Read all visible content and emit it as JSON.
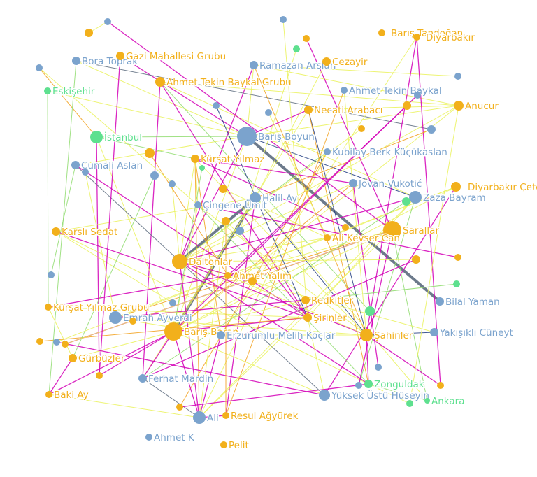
{
  "colors": {
    "person": "#7ba3cd",
    "group": "#f2b01b",
    "place": "#5ee08f",
    "edge_palette": [
      "#d400b7",
      "#eaf25b",
      "#f2a01b",
      "#8fdc6f",
      "#5c6b7e",
      "#1f3b80",
      "#ffffff"
    ]
  },
  "nodes": [
    {
      "id": "baris_boyun",
      "label": "Barış Boyun",
      "kind": "person"
    },
    {
      "id": "bora_toprak",
      "label": "Bora Toprak",
      "kind": "person"
    },
    {
      "id": "gazi_mahallesi",
      "label": "Gazi Mahallesi Grubu",
      "kind": "group"
    },
    {
      "id": "ramazan_arslan",
      "label": "Ramazan Arslan",
      "kind": "person"
    },
    {
      "id": "cezayir",
      "label": "Cezayir",
      "kind": "group"
    },
    {
      "id": "baris_tandogan",
      "label": "Barış Tandoğan",
      "kind": "group"
    },
    {
      "id": "diyarbakir",
      "label": "Diyarbakır",
      "kind": "group"
    },
    {
      "id": "eskisehir",
      "label": "Eskişehir",
      "kind": "place"
    },
    {
      "id": "ahmet_tekin_baykal_grubu",
      "label": "Ahmet Tekin Baykal Grubu",
      "kind": "group"
    },
    {
      "id": "ahmet_tekin_baykal",
      "label": "Ahmet Tekin Baykal",
      "kind": "person"
    },
    {
      "id": "necati_arabaci",
      "label": "Necati Arabacı",
      "kind": "group"
    },
    {
      "id": "anucur",
      "label": "Anucur",
      "kind": "group"
    },
    {
      "id": "istanbul",
      "label": "İstanbul",
      "kind": "place"
    },
    {
      "id": "kubilay",
      "label": "Kubilay Berk Küçükaslan",
      "kind": "person"
    },
    {
      "id": "cumali_aslan",
      "label": "Cumali Aslan",
      "kind": "person"
    },
    {
      "id": "kursat_yilmaz",
      "label": "Kürşat Yılmaz",
      "kind": "group"
    },
    {
      "id": "jovan",
      "label": "Jovan Vukotić",
      "kind": "person"
    },
    {
      "id": "diyarbakir_cete",
      "label": "Diyarbakır Çetesi",
      "kind": "group"
    },
    {
      "id": "halil_ay",
      "label": "Halil Ay",
      "kind": "person"
    },
    {
      "id": "zaza_bayram",
      "label": "Zaza Bayram",
      "kind": "person"
    },
    {
      "id": "cingene_umit",
      "label": "Çingene Ümit",
      "kind": "person"
    },
    {
      "id": "karsli_sedat",
      "label": "Karslı Sedat",
      "kind": "group"
    },
    {
      "id": "sarallar",
      "label": "Sarallar",
      "kind": "group"
    },
    {
      "id": "ali_kevser",
      "label": "Ali Kevser Can",
      "kind": "group"
    },
    {
      "id": "daltonlar",
      "label": "Daltonlar",
      "kind": "group"
    },
    {
      "id": "ahmet_yalim",
      "label": "Ahmet Yalım",
      "kind": "group"
    },
    {
      "id": "bilal_yaman",
      "label": "Bilal Yaman",
      "kind": "person"
    },
    {
      "id": "redkitler",
      "label": "Redkitler",
      "kind": "group"
    },
    {
      "id": "kursat_yilmaz_grubu",
      "label": "Kürşat Yılmaz Grubu",
      "kind": "group"
    },
    {
      "id": "emrah_ayverdi",
      "label": "Emrah Ayverdi",
      "kind": "person"
    },
    {
      "id": "sirinler",
      "label": "Şirinler",
      "kind": "group"
    },
    {
      "id": "baris_baran",
      "label": "Barış Baran",
      "kind": "group"
    },
    {
      "id": "erzurumlu",
      "label": "Erzurumlu Melih Koçlar",
      "kind": "person"
    },
    {
      "id": "sahinler",
      "label": "Şahinler",
      "kind": "group"
    },
    {
      "id": "yakisikli",
      "label": "Yakışıklı Cüneyt",
      "kind": "person"
    },
    {
      "id": "gurbuzler",
      "label": "Gürbüzler",
      "kind": "group"
    },
    {
      "id": "ferhat_mardin",
      "label": "Ferhat Mardin",
      "kind": "person"
    },
    {
      "id": "zonguldak",
      "label": "Zonguldak",
      "kind": "place"
    },
    {
      "id": "baki_ay",
      "label": "Baki Ay",
      "kind": "group"
    },
    {
      "id": "yuksek_ustu",
      "label": "Yüksek Üstü Hüseyin",
      "kind": "person"
    },
    {
      "id": "ankara",
      "label": "Ankara",
      "kind": "place"
    },
    {
      "id": "ali",
      "label": "Ali",
      "kind": "person"
    },
    {
      "id": "resul",
      "label": "Resul Ağyürek",
      "kind": "group"
    },
    {
      "id": "ahmet_k",
      "label": "Ahmet K",
      "kind": "person"
    },
    {
      "id": "pelit",
      "label": "Pelit",
      "kind": "group"
    },
    {
      "id": "u1",
      "label": "",
      "kind": "person"
    },
    {
      "id": "u2",
      "label": "",
      "kind": "group"
    },
    {
      "id": "u3",
      "label": "",
      "kind": "person"
    },
    {
      "id": "u4",
      "label": "",
      "kind": "person"
    },
    {
      "id": "u5",
      "label": "",
      "kind": "group"
    },
    {
      "id": "u6",
      "label": "",
      "kind": "place"
    },
    {
      "id": "u7",
      "label": "",
      "kind": "person"
    },
    {
      "id": "u8",
      "label": "",
      "kind": "person"
    },
    {
      "id": "u9",
      "label": "",
      "kind": "person"
    },
    {
      "id": "u10",
      "label": "",
      "kind": "group"
    },
    {
      "id": "u11",
      "label": "",
      "kind": "person"
    },
    {
      "id": "u12",
      "label": "",
      "kind": "person"
    },
    {
      "id": "u13",
      "label": "",
      "kind": "group"
    },
    {
      "id": "u14",
      "label": "",
      "kind": "place"
    },
    {
      "id": "u15",
      "label": "",
      "kind": "person"
    },
    {
      "id": "u16",
      "label": "",
      "kind": "group"
    },
    {
      "id": "u17",
      "label": "",
      "kind": "group"
    },
    {
      "id": "u18",
      "label": "",
      "kind": "person"
    },
    {
      "id": "u19",
      "label": "",
      "kind": "person"
    },
    {
      "id": "u20",
      "label": "",
      "kind": "group"
    },
    {
      "id": "u21",
      "label": "",
      "kind": "person"
    },
    {
      "id": "u22",
      "label": "",
      "kind": "group"
    },
    {
      "id": "u23",
      "label": "",
      "kind": "place"
    },
    {
      "id": "u24",
      "label": "",
      "kind": "group"
    },
    {
      "id": "u25",
      "label": "",
      "kind": "group"
    },
    {
      "id": "u26",
      "label": "",
      "kind": "place"
    },
    {
      "id": "u27",
      "label": "",
      "kind": "person"
    },
    {
      "id": "u28",
      "label": "",
      "kind": "group"
    },
    {
      "id": "u29",
      "label": "",
      "kind": "person"
    },
    {
      "id": "u30",
      "label": "",
      "kind": "place"
    },
    {
      "id": "u31",
      "label": "",
      "kind": "group"
    },
    {
      "id": "u32",
      "label": "",
      "kind": "group"
    },
    {
      "id": "u33",
      "label": "",
      "kind": "person"
    },
    {
      "id": "u34",
      "label": "",
      "kind": "group"
    },
    {
      "id": "u35",
      "label": "",
      "kind": "group"
    },
    {
      "id": "u36",
      "label": "",
      "kind": "person"
    },
    {
      "id": "u37",
      "label": "",
      "kind": "group"
    },
    {
      "id": "u38",
      "label": "",
      "kind": "person"
    },
    {
      "id": "u39",
      "label": "",
      "kind": "place"
    },
    {
      "id": "u40",
      "label": "",
      "kind": "group"
    }
  ],
  "edges": [
    [
      "baris_boyun",
      "bilal_yaman",
      4
    ],
    [
      "daltonlar",
      "halil_ay",
      4
    ],
    [
      "baris_baran",
      "halil_ay",
      4
    ],
    [
      "baris_boyun",
      "gazi_mahallesi",
      0
    ],
    [
      "baris_boyun",
      "bora_toprak",
      1
    ],
    [
      "baris_boyun",
      "ramazan_arslan",
      1
    ],
    [
      "baris_boyun",
      "anucur",
      1
    ],
    [
      "baris_boyun",
      "istanbul",
      3
    ],
    [
      "baris_boyun",
      "cumali_aslan",
      1
    ],
    [
      "baris_boyun",
      "necati_arabaci",
      0
    ],
    [
      "baris_boyun",
      "daltonlar",
      0
    ],
    [
      "baris_boyun",
      "eskisehir",
      1
    ],
    [
      "baris_boyun",
      "zaza_bayram",
      5
    ],
    [
      "baris_boyun",
      "kubilay",
      1
    ],
    [
      "baris_boyun",
      "baris_baran",
      1
    ],
    [
      "bora_toprak",
      "u12",
      4
    ],
    [
      "ramazan_arslan",
      "anucur",
      1
    ],
    [
      "ramazan_arslan",
      "u7",
      1
    ],
    [
      "ramazan_arslan",
      "daltonlar",
      0
    ],
    [
      "ramazan_arslan",
      "sahinler",
      2
    ],
    [
      "ahmet_tekin_baykal_grubu",
      "sirinler",
      0
    ],
    [
      "ahmet_tekin_baykal_grubu",
      "anucur",
      1
    ],
    [
      "ahmet_tekin_baykal_grubu",
      "u30",
      3
    ],
    [
      "ahmet_tekin_baykal_grubu",
      "ferhat_mardin",
      0
    ],
    [
      "ahmet_tekin_baykal_grubu",
      "zaza_bayram",
      1
    ],
    [
      "necati_arabaci",
      "sahinler",
      5
    ],
    [
      "necati_arabaci",
      "baris_baran",
      1
    ],
    [
      "necati_arabaci",
      "anucur",
      1
    ],
    [
      "necati_arabaci",
      "zonguldak",
      2
    ],
    [
      "anucur",
      "baris_baran",
      1
    ],
    [
      "anucur",
      "daltonlar",
      1
    ],
    [
      "diyarbakir",
      "u37",
      0
    ],
    [
      "diyarbakir",
      "sahinler",
      0
    ],
    [
      "diyarbakir",
      "erzurumlu",
      1
    ],
    [
      "istanbul",
      "u35",
      0
    ],
    [
      "istanbul",
      "kursat_yilmaz",
      3
    ],
    [
      "istanbul",
      "u3",
      2
    ],
    [
      "istanbul",
      "baris_baran",
      1
    ],
    [
      "kursat_yilmaz",
      "ali",
      2
    ],
    [
      "kursat_yilmaz",
      "sahinler",
      1
    ],
    [
      "kursat_yilmaz",
      "daltonlar",
      1
    ],
    [
      "kursat_yilmaz",
      "erzurumlu",
      2
    ],
    [
      "kursat_yilmaz",
      "cingene_umit",
      1
    ],
    [
      "kursat_yilmaz",
      "u22",
      0
    ],
    [
      "cumali_aslan",
      "sirinler",
      0
    ],
    [
      "cumali_aslan",
      "u27",
      3
    ],
    [
      "cumali_aslan",
      "yuksek_ustu",
      4
    ],
    [
      "kubilay",
      "daltonlar",
      3
    ],
    [
      "kubilay",
      "ali",
      1
    ],
    [
      "kubilay",
      "u40",
      2
    ],
    [
      "jovan",
      "daltonlar",
      1
    ],
    [
      "jovan",
      "baris_baran",
      2
    ],
    [
      "jovan",
      "u36",
      0
    ],
    [
      "jovan",
      "kursat_yilmaz",
      0
    ],
    [
      "diyarbakir_cete",
      "baris_baran",
      1
    ],
    [
      "diyarbakir_cete",
      "u33",
      1
    ],
    [
      "diyarbakir_cete",
      "ali_kevser",
      1
    ],
    [
      "diyarbakir_cete",
      "yuksek_ustu",
      0
    ],
    [
      "halil_ay",
      "sahinler",
      5
    ],
    [
      "halil_ay",
      "u12",
      2
    ],
    [
      "halil_ay",
      "ferhat_mardin",
      1
    ],
    [
      "halil_ay",
      "karsli_sedat",
      1
    ],
    [
      "halil_ay",
      "resul",
      0
    ],
    [
      "halil_ay",
      "ankara",
      1
    ],
    [
      "zaza_bayram",
      "daltonlar",
      0
    ],
    [
      "zaza_bayram",
      "u38",
      3
    ],
    [
      "zaza_bayram",
      "ali",
      1
    ],
    [
      "zaza_bayram",
      "sirinler",
      1
    ],
    [
      "cingene_umit",
      "sahinler",
      1
    ],
    [
      "cingene_umit",
      "zonguldak",
      3
    ],
    [
      "cingene_umit",
      "baris_baran",
      1
    ],
    [
      "cingene_umit",
      "u24",
      0
    ],
    [
      "karsli_sedat",
      "sirinler",
      0
    ],
    [
      "karsli_sedat",
      "zonguldak",
      1
    ],
    [
      "karsli_sedat",
      "u29",
      1
    ],
    [
      "sarallar",
      "emrah_ayverdi",
      2
    ],
    [
      "sarallar",
      "baris_baran",
      1
    ],
    [
      "sarallar",
      "u38",
      0
    ],
    [
      "sarallar",
      "ahmet_yalim",
      1
    ],
    [
      "sarallar",
      "ankara",
      3
    ],
    [
      "sarallar",
      "ali",
      1
    ],
    [
      "sarallar",
      "u34",
      0
    ],
    [
      "ali_kevser",
      "daltonlar",
      1
    ],
    [
      "ali_kevser",
      "emrah_ayverdi",
      1
    ],
    [
      "ali_kevser",
      "u17",
      1
    ],
    [
      "daltonlar",
      "sahinler",
      0
    ],
    [
      "daltonlar",
      "zonguldak",
      0
    ],
    [
      "daltonlar",
      "ali",
      0
    ],
    [
      "daltonlar",
      "u19",
      1
    ],
    [
      "daltonlar",
      "u25",
      1
    ],
    [
      "daltonlar",
      "yakisikli",
      1
    ],
    [
      "daltonlar",
      "u28",
      0
    ],
    [
      "ahmet_yalim",
      "baris_baran",
      1
    ],
    [
      "ahmet_yalim",
      "kursat_yilmaz_grubu",
      0
    ],
    [
      "ahmet_yalim",
      "sahinler",
      1
    ],
    [
      "ahmet_yalim",
      "u16",
      2
    ],
    [
      "redkitler",
      "emrah_ayverdi",
      0
    ],
    [
      "redkitler",
      "u20",
      1
    ],
    [
      "redkitler",
      "baris_baran",
      1
    ],
    [
      "redkitler",
      "u26",
      3
    ],
    [
      "kursat_yilmaz_grubu",
      "sirinler",
      1
    ],
    [
      "kursat_yilmaz_grubu",
      "gurbuzler",
      1
    ],
    [
      "emrah_ayverdi",
      "sahinler",
      1
    ],
    [
      "emrah_ayverdi",
      "u15",
      1
    ],
    [
      "sirinler",
      "baris_baran",
      0
    ],
    [
      "sirinler",
      "yuksek_ustu",
      1
    ],
    [
      "sirinler",
      "u32",
      2
    ],
    [
      "sirinler",
      "u21",
      0
    ],
    [
      "baris_baran",
      "ali",
      0
    ],
    [
      "baris_baran",
      "ferhat_mardin",
      0
    ],
    [
      "baris_baran",
      "baki_ay",
      0
    ],
    [
      "baris_baran",
      "yuksek_ustu",
      1
    ],
    [
      "baris_baran",
      "u14",
      3
    ],
    [
      "baris_baran",
      "gurbuzler",
      1
    ],
    [
      "baris_baran",
      "u11",
      0
    ],
    [
      "erzurumlu",
      "sahinler",
      1
    ],
    [
      "erzurumlu",
      "ali",
      0
    ],
    [
      "erzurumlu",
      "u31",
      1
    ],
    [
      "sahinler",
      "yakisikli",
      5
    ],
    [
      "sahinler",
      "zonguldak",
      0
    ],
    [
      "sahinler",
      "u37",
      0
    ],
    [
      "sahinler",
      "ahmet_tekin_baykal",
      1
    ],
    [
      "gurbuzler",
      "u18",
      3
    ],
    [
      "gurbuzler",
      "baki_ay",
      0
    ],
    [
      "ferhat_mardin",
      "ali",
      4
    ],
    [
      "ferhat_mardin",
      "u23",
      3
    ],
    [
      "ferhat_mardin",
      "u25",
      0
    ],
    [
      "zonguldak",
      "ankara",
      3
    ],
    [
      "zonguldak",
      "u40",
      0
    ],
    [
      "zonguldak",
      "u39",
      1
    ],
    [
      "baki_ay",
      "ali",
      1
    ],
    [
      "yuksek_ustu",
      "u33",
      0
    ],
    [
      "ali",
      "resul",
      0
    ],
    [
      "ali",
      "u20",
      1
    ],
    [
      "resul",
      "u20",
      2
    ],
    [
      "u1",
      "sarallar",
      0
    ],
    [
      "u2",
      "u1",
      1
    ],
    [
      "u5",
      "sarallar",
      0
    ],
    [
      "u8",
      "sirinler",
      5
    ],
    [
      "u9",
      "ali_kevser",
      1
    ],
    [
      "u10",
      "ahmet_yalim",
      0
    ],
    [
      "u13",
      "daltonlar",
      1
    ],
    [
      "u6",
      "u21",
      1
    ],
    [
      "u4",
      "sirinler",
      1
    ],
    [
      "eskisehir",
      "kursat_yilmaz_grubu",
      3
    ],
    [
      "bora_toprak",
      "baki_ay",
      3
    ],
    [
      "u3",
      "cingene_umit",
      1
    ],
    [
      "u34",
      "sarallar",
      1
    ],
    [
      "u35",
      "baris_baran",
      0
    ],
    [
      "anucur",
      "u39",
      1
    ],
    [
      "cezayir",
      "halil_ay",
      1
    ],
    [
      "gazi_mahallesi",
      "u35",
      0
    ],
    [
      "ahmet_tekin_baykal",
      "resul",
      2
    ]
  ]
}
